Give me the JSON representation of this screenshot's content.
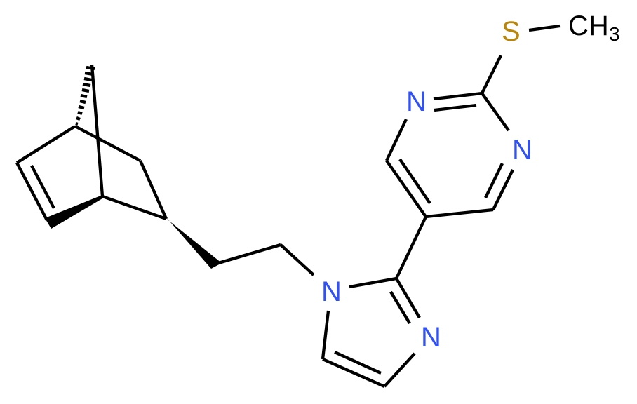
{
  "molecule": {
    "description": "2-(methylsulfanyl)-5-{1-[2-(bicyclo[2.2.1]hept-5-en-2-yl)ethyl]-1H-imidazol-2-yl}pyrimidine",
    "colors": {
      "bond": "#000000",
      "nitrogen": "#3050F8",
      "sulfur": "#B8860B",
      "carbon_label": "#000000",
      "background": "#FFFFFF"
    },
    "labels": {
      "sulfur": "S",
      "methyl_c": "CH",
      "methyl_sub": "3",
      "pyrimidine_n1": "N",
      "pyrimidine_n3": "N",
      "imidazole_n1": "N",
      "imidazole_n3": "N"
    },
    "fragments": [
      "norbornene",
      "ethyl-linker",
      "imidazole",
      "pyrimidine",
      "methylthio"
    ]
  }
}
